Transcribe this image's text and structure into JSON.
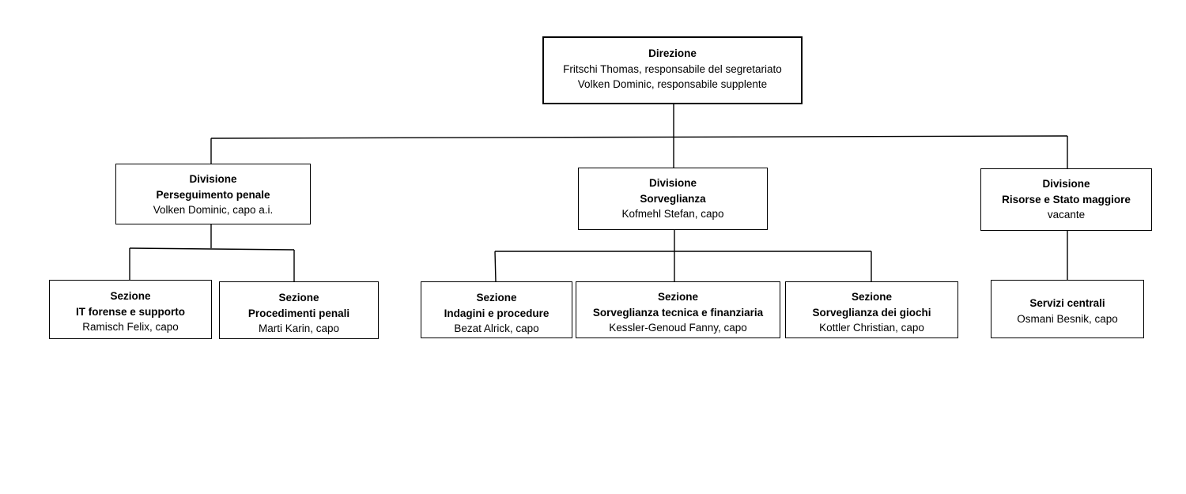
{
  "direzione": {
    "title": "Direzione",
    "line1": "Fritschi Thomas, responsabile del segretariato",
    "line2": "Volken Dominic, responsabile supplente"
  },
  "divisions": [
    {
      "label": "Divisione",
      "name": "Perseguimento penale",
      "person": "Volken Dominic, capo a.i.",
      "sections": [
        {
          "label": "Sezione",
          "name": "IT forense e supporto",
          "person": "Ramisch Felix, capo"
        },
        {
          "label": "Sezione",
          "name": "Procedimenti penali",
          "person": "Marti Karin, capo"
        }
      ]
    },
    {
      "label": "Divisione",
      "name": "Sorveglianza",
      "person": "Kofmehl Stefan, capo",
      "sections": [
        {
          "label": "Sezione",
          "name": "Indagini e procedure",
          "person": "Bezat Alrick, capo"
        },
        {
          "label": "Sezione",
          "name": "Sorveglianza tecnica e finanziaria",
          "person": "Kessler-Genoud Fanny, capo"
        },
        {
          "label": "Sezione",
          "name": "Sorveglianza dei giochi",
          "person": "Kottler Christian, capo"
        }
      ]
    },
    {
      "label": "Divisione",
      "name": "Risorse e Stato maggiore",
      "person": "vacante",
      "sections": [
        {
          "name": "Servizi centrali",
          "person": "Osmani Besnik, capo"
        }
      ]
    }
  ]
}
